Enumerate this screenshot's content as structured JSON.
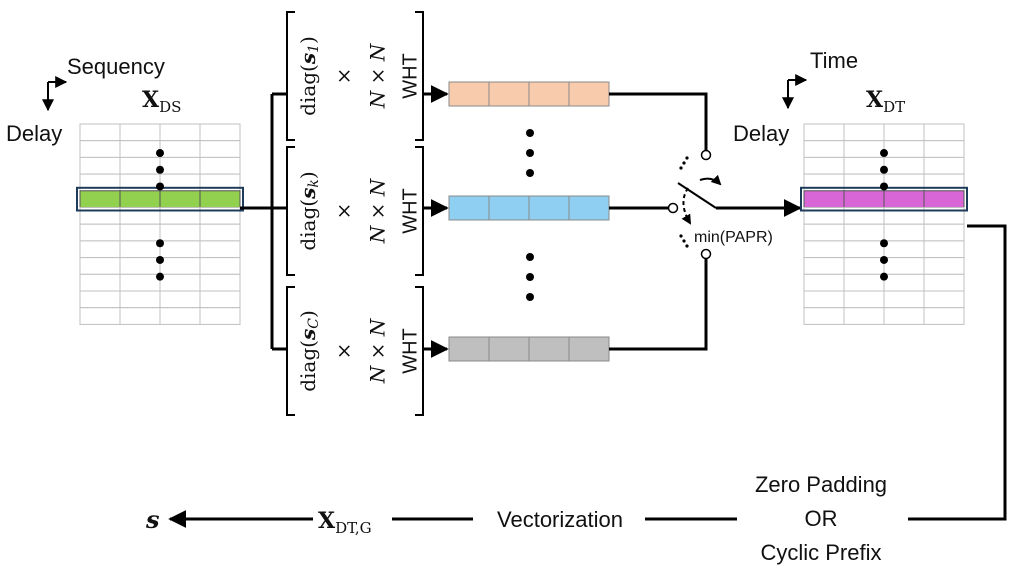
{
  "colors": {
    "ds_highlight": "#92d050",
    "dt_highlight": "#d966d6",
    "row_top": "#f8cbad",
    "row_mid": "#8fd0f2",
    "row_bottom": "#bfbfbf",
    "grid_line": "#c0c0c0",
    "line": "#000000"
  },
  "left_grid": {
    "axis_horizontal_label": "Sequency",
    "axis_vertical_label": "Delay",
    "matrix_symbol": "X",
    "matrix_subscript": "DS"
  },
  "right_grid": {
    "axis_horizontal_label": "Time",
    "axis_vertical_label": "Delay",
    "matrix_symbol": "X",
    "matrix_subscript": "DT"
  },
  "branches": [
    {
      "diag_prefix": "diag(",
      "seq_symbol": "s",
      "seq_index": "1",
      "diag_suffix": ")",
      "times": "×",
      "size": "N × N",
      "transform": "WHT"
    },
    {
      "diag_prefix": "diag(",
      "seq_symbol": "s",
      "seq_index": "k",
      "diag_suffix": ")",
      "times": "×",
      "size": "N × N",
      "transform": "WHT"
    },
    {
      "diag_prefix": "diag(",
      "seq_symbol": "s",
      "seq_index": "C",
      "diag_suffix": ")",
      "times": "×",
      "size": "N × N",
      "transform": "WHT"
    }
  ],
  "selector_label": "min(PAPR)",
  "bottom_chain": {
    "stage1_line1": "Zero Padding",
    "stage1_line2": "OR",
    "stage1_line3": "Cyclic Prefix",
    "stage2": "Vectorization",
    "matrix_symbol": "X",
    "matrix_subscript": "DT,G",
    "output_symbol": "s"
  }
}
